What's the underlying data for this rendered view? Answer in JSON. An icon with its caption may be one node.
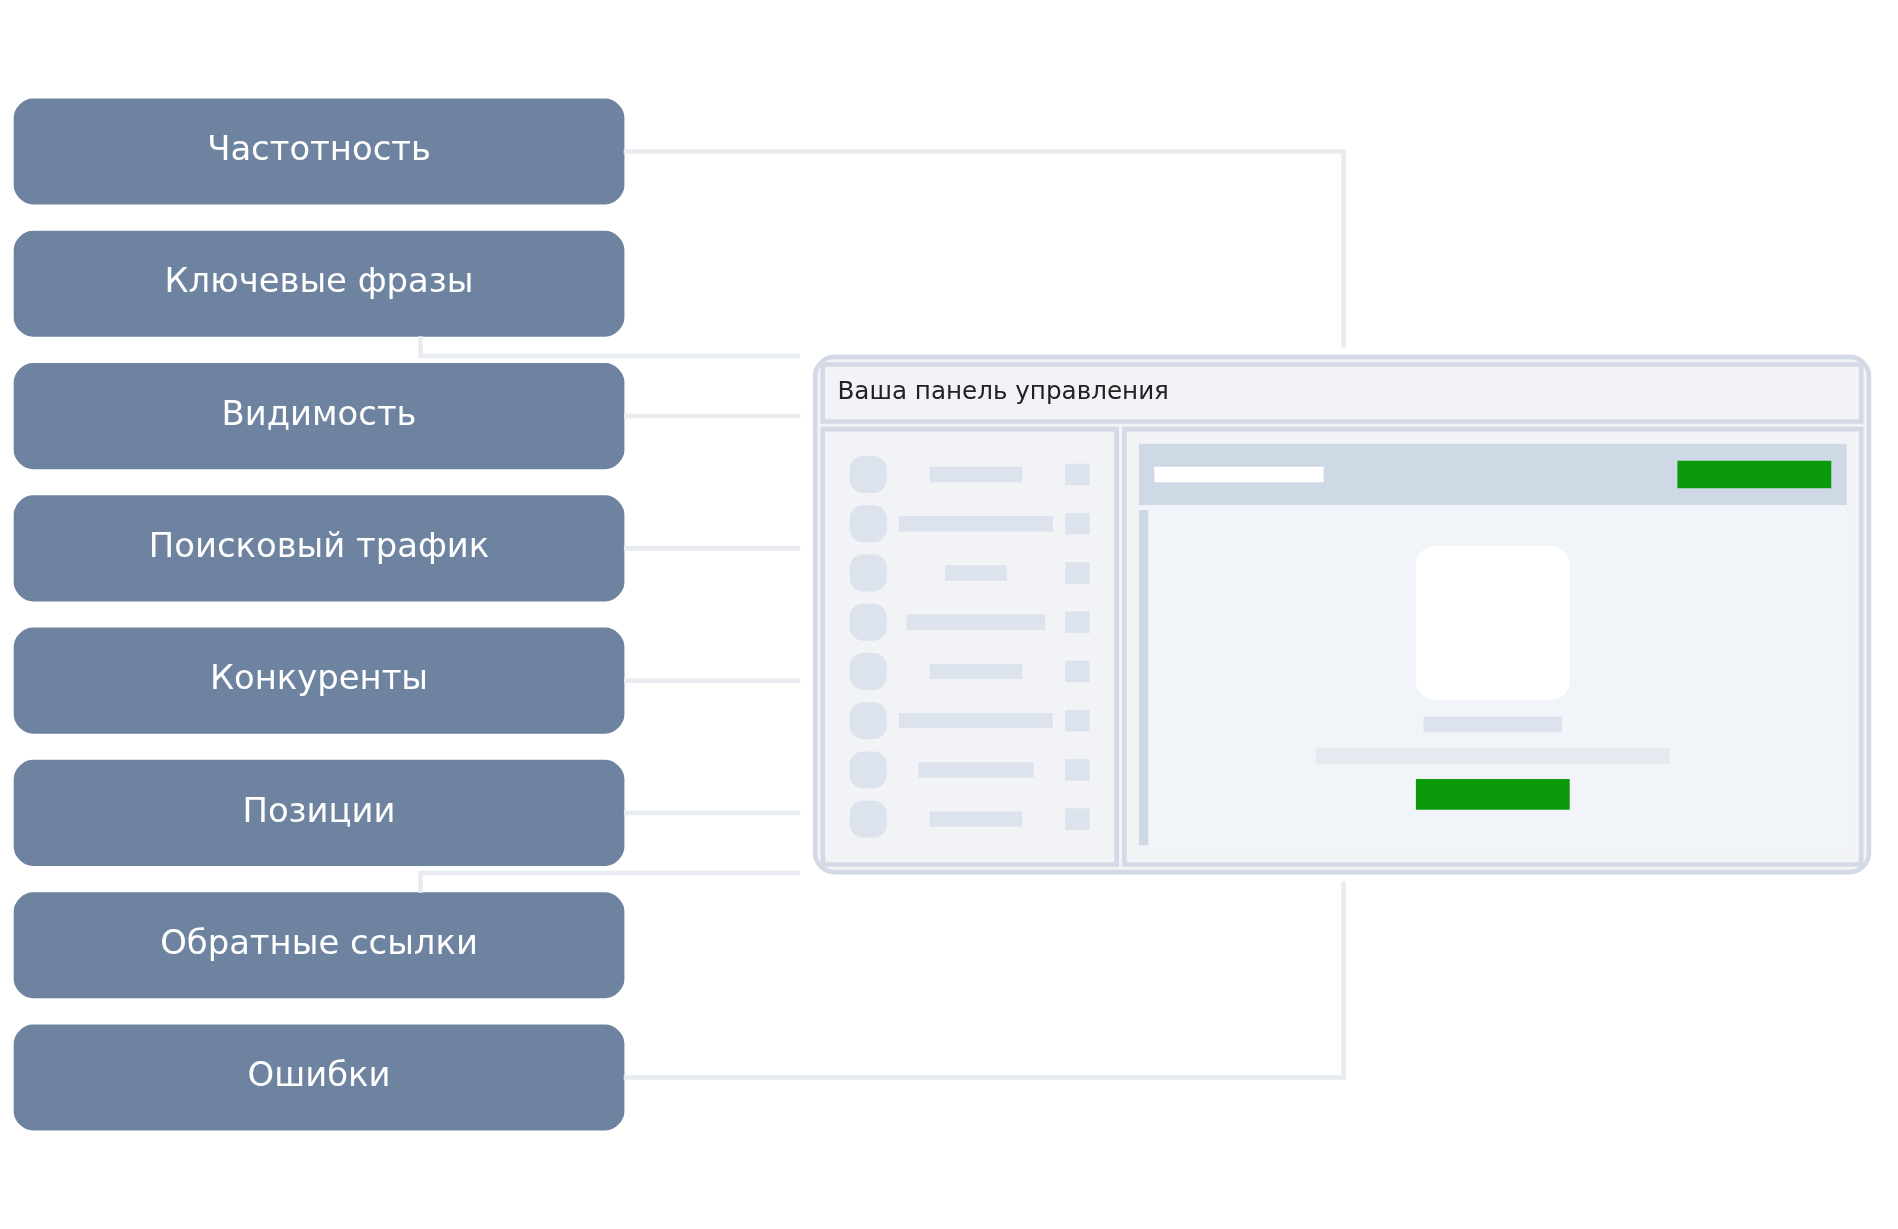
{
  "diagram": {
    "nodes": [
      {
        "text": [
          "Частотность"
        ]
      },
      {
        "text": [
          "Ключевые фразы"
        ]
      },
      {
        "text": [
          "Видимость"
        ]
      },
      {
        "text": [
          "Поисковый трафик"
        ]
      },
      {
        "text": [
          "Конкуренты"
        ]
      },
      {
        "text": [
          "Позиции"
        ]
      },
      {
        "text": [
          "Обратные ссылки"
        ]
      },
      {
        "text": [
          "Ошибки"
        ]
      },
      {
        "text": [
          "Ваша панель управления"
        ]
      }
    ],
    "edges": [
      {
        "from": 0,
        "to": 8,
        "arrow": "none"
      },
      {
        "from": 1,
        "to": 8,
        "arrow": "none"
      },
      {
        "from": 2,
        "to": 8,
        "arrow": "none"
      },
      {
        "from": 3,
        "to": 8,
        "arrow": "none"
      },
      {
        "from": 4,
        "to": 8,
        "arrow": "none"
      },
      {
        "from": 5,
        "to": 8,
        "arrow": "none"
      },
      {
        "from": 6,
        "to": 8,
        "arrow": "none"
      },
      {
        "from": 7,
        "to": 8,
        "arrow": "none"
      }
    ]
  }
}
